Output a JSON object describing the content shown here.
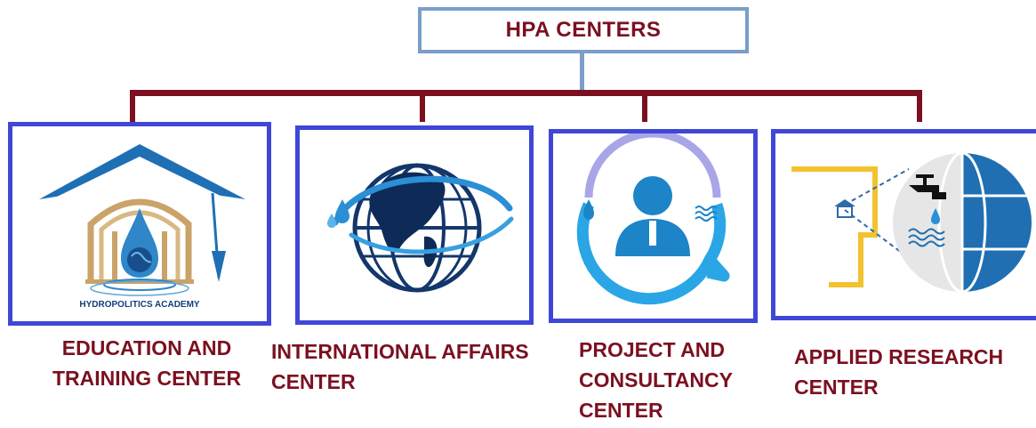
{
  "root": {
    "label": "HPA CENTERS"
  },
  "centers": [
    {
      "label": "EDUCATION AND\nTRAINING CENTER",
      "logo_text": "HYDROPOLITICS ACADEMY",
      "icon": "graduation-cap-drop-icon"
    },
    {
      "label": "INTERNATIONAL AFFAIRS\nCENTER",
      "icon": "globe-icon"
    },
    {
      "label": "PROJECT AND\nCONSULTANCY\nCENTER",
      "icon": "consultant-icon"
    },
    {
      "label": "APPLIED RESEARCH\nCENTER",
      "icon": "research-globe-tap-icon"
    }
  ],
  "colors": {
    "root_border": "#7a9ec9",
    "connector": "#7b1020",
    "card_border": "#3f47d6",
    "label": "#7b1020"
  }
}
